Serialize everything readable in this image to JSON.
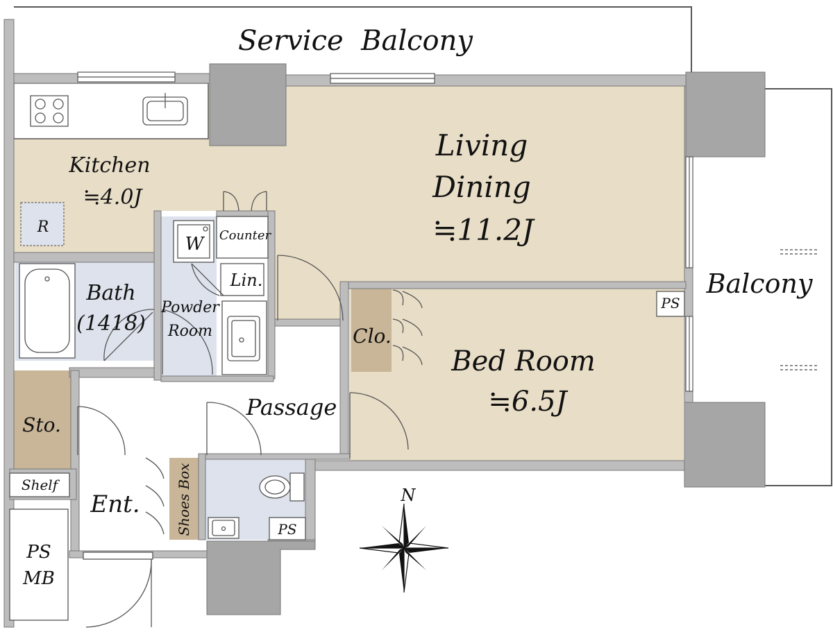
{
  "colors": {
    "beige": "#e8ddc6",
    "wet": "#dde2ec",
    "storage": "#c9b597",
    "wall": "#b9b9b9",
    "pillar": "#a6a6a6",
    "line": "#555555",
    "text": "#111111"
  },
  "rooms": {
    "service_balcony": "Service  Balcony",
    "balcony": "Balcony",
    "kitchen": "Kitchen",
    "kitchen_size": "≒4.0J",
    "living_line1": "Living",
    "living_line2": "Dining",
    "living_size": "≒11.2J",
    "bath": "Bath",
    "bath_size": "(1418)",
    "powder_line1": "Powder",
    "powder_line2": "Room",
    "counter": "Counter",
    "washer": "W",
    "linen": "Lin.",
    "fridge": "R",
    "closet": "Clo.",
    "bedroom": "Bed Room",
    "bedroom_size": "≒6.5J",
    "passage": "Passage",
    "storage": "Sto.",
    "shelf": "Shelf",
    "entrance": "Ent.",
    "shoes_box": "Shoes Box",
    "ps_bedroom": "PS",
    "ps_toilet": "PS",
    "ps_mb_line1": "PS",
    "ps_mb_line2": "MB"
  },
  "compass": {
    "north_label": "N",
    "icon": "compass-rose-icon"
  }
}
